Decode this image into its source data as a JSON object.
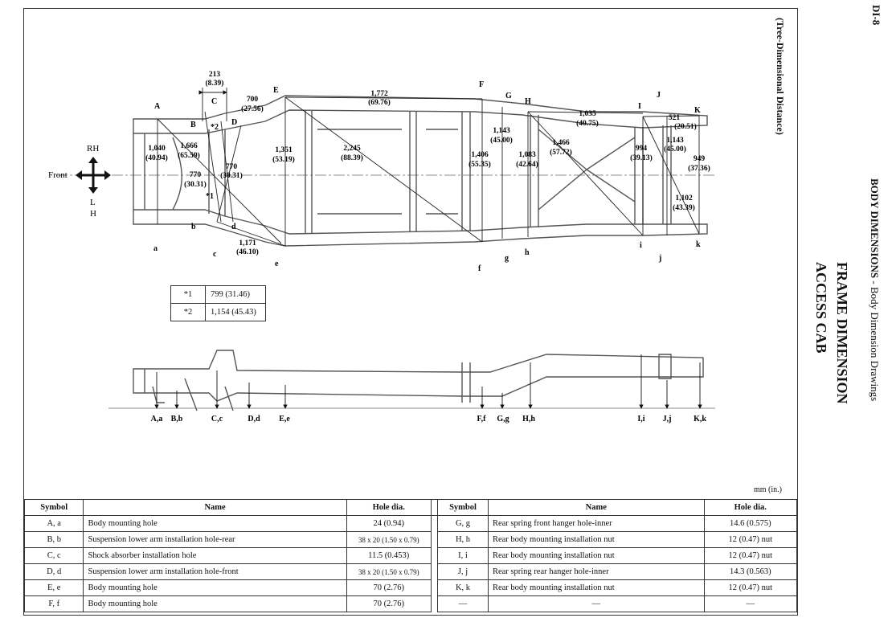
{
  "page": {
    "page_id": "DI-8",
    "section": "BODY DIMENSIONS",
    "section_sub": " - Body Dimension Drawings",
    "title": "FRAME DIMENSION",
    "subtitle": "ACCESS CAB"
  },
  "diagram": {
    "view_note": "(Tree-Dimensional Distance)",
    "front_label": "Front",
    "rh_label": "RH",
    "lh_label_l": "L",
    "lh_label_h": "H",
    "unit_note": "mm (in.)",
    "top_labels": [
      "A",
      "B",
      "C",
      "D",
      "E",
      "F",
      "G",
      "H",
      "I",
      "J",
      "K"
    ],
    "bottom_labels": [
      "a",
      "b",
      "c",
      "d",
      "e",
      "f",
      "g",
      "h",
      "i",
      "j",
      "k"
    ],
    "markers": [
      "*1",
      "*2"
    ],
    "dimensions": {
      "d213": "213",
      "d213_in": "(8.39)",
      "d700": "700",
      "d700_in": "(27.56)",
      "d1772": "1,772",
      "d1772_in": "(69.76)",
      "d1040": "1,040",
      "d1040_in": "(40.94)",
      "d1666": "1,666",
      "d1666_in": "(65.59)",
      "d770a": "770",
      "d770a_in": "(30.31)",
      "d770b": "770",
      "d770b_in": "(30.31)",
      "d1351": "1,351",
      "d1351_in": "(53.19)",
      "d2245": "2,245",
      "d2245_in": "(88.39)",
      "d1171": "1,171",
      "d1171_in": "(46.10)",
      "d1143a": "1,143",
      "d1143a_in": "(45.00)",
      "d1406": "1,406",
      "d1406_in": "(55.35)",
      "d1083": "1,083",
      "d1083_in": "(42.64)",
      "d1466": "1,466",
      "d1466_in": "(57.72)",
      "d1035": "1,035",
      "d1035_in": "(40.75)",
      "d521": "521",
      "d521_in": "(20.51)",
      "d994": "994",
      "d994_in": "(39.13)",
      "d1143b": "1,143",
      "d1143b_in": "(45.00)",
      "d949": "949",
      "d949_in": "(37.36)",
      "d1102": "1,102",
      "d1102_in": "(43.39)"
    },
    "side_labels": [
      "A,a",
      "B,b",
      "C,c",
      "D,d",
      "E,e",
      "F,f",
      "G,g",
      "H,h",
      "I,i",
      "J,j",
      "K,k"
    ]
  },
  "star_table": [
    {
      "key": "*1",
      "value": "799 (31.46)"
    },
    {
      "key": "*2",
      "value": "1,154 (45.43)"
    }
  ],
  "spec_table": {
    "headers": [
      "Symbol",
      "Name",
      "Hole dia.",
      "Symbol",
      "Name",
      "Hole dia."
    ],
    "rows": [
      {
        "s1": "A, a",
        "n1": "Body mounting hole",
        "h1": "24 (0.94)",
        "s2": "G, g",
        "n2": "Rear spring front hanger hole-inner",
        "h2": "14.6 (0.575)"
      },
      {
        "s1": "B, b",
        "n1": "Suspension lower arm installation hole-rear",
        "h1": "38 x 20 (1.50 x 0.79)",
        "s2": "H, h",
        "n2": "Rear body mounting installation nut",
        "h2": "12 (0.47) nut"
      },
      {
        "s1": "C, c",
        "n1": "Shock absorber installation hole",
        "h1": "11.5 (0.453)",
        "s2": "I, i",
        "n2": "Rear body mounting installation nut",
        "h2": "12 (0.47) nut"
      },
      {
        "s1": "D, d",
        "n1": "Suspension lower arm installation hole-front",
        "h1": "38 x 20 (1.50 x 0.79)",
        "s2": "J, j",
        "n2": "Rear spring rear hanger hole-inner",
        "h2": "14.3 (0.563)"
      },
      {
        "s1": "E, e",
        "n1": "Body mounting hole",
        "h1": "70 (2.76)",
        "s2": "K, k",
        "n2": "Rear body mounting installation nut",
        "h2": "12 (0.47) nut"
      },
      {
        "s1": "F, f",
        "n1": "Body mounting hole",
        "h1": "70 (2.76)",
        "s2": "—",
        "n2": "—",
        "h2": "—"
      }
    ]
  }
}
